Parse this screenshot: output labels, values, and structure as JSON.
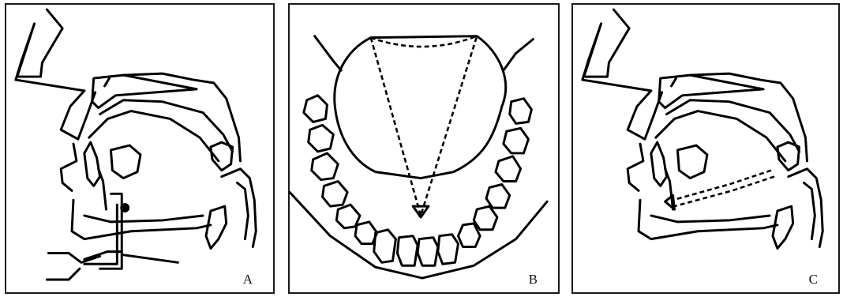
{
  "panels": [
    {
      "id": "A",
      "label": "A"
    },
    {
      "id": "B",
      "label": "B"
    },
    {
      "id": "C",
      "label": "C"
    }
  ],
  "colors": {
    "line": "#000000",
    "background": "#ffffff",
    "border": "#1a1a1a"
  }
}
